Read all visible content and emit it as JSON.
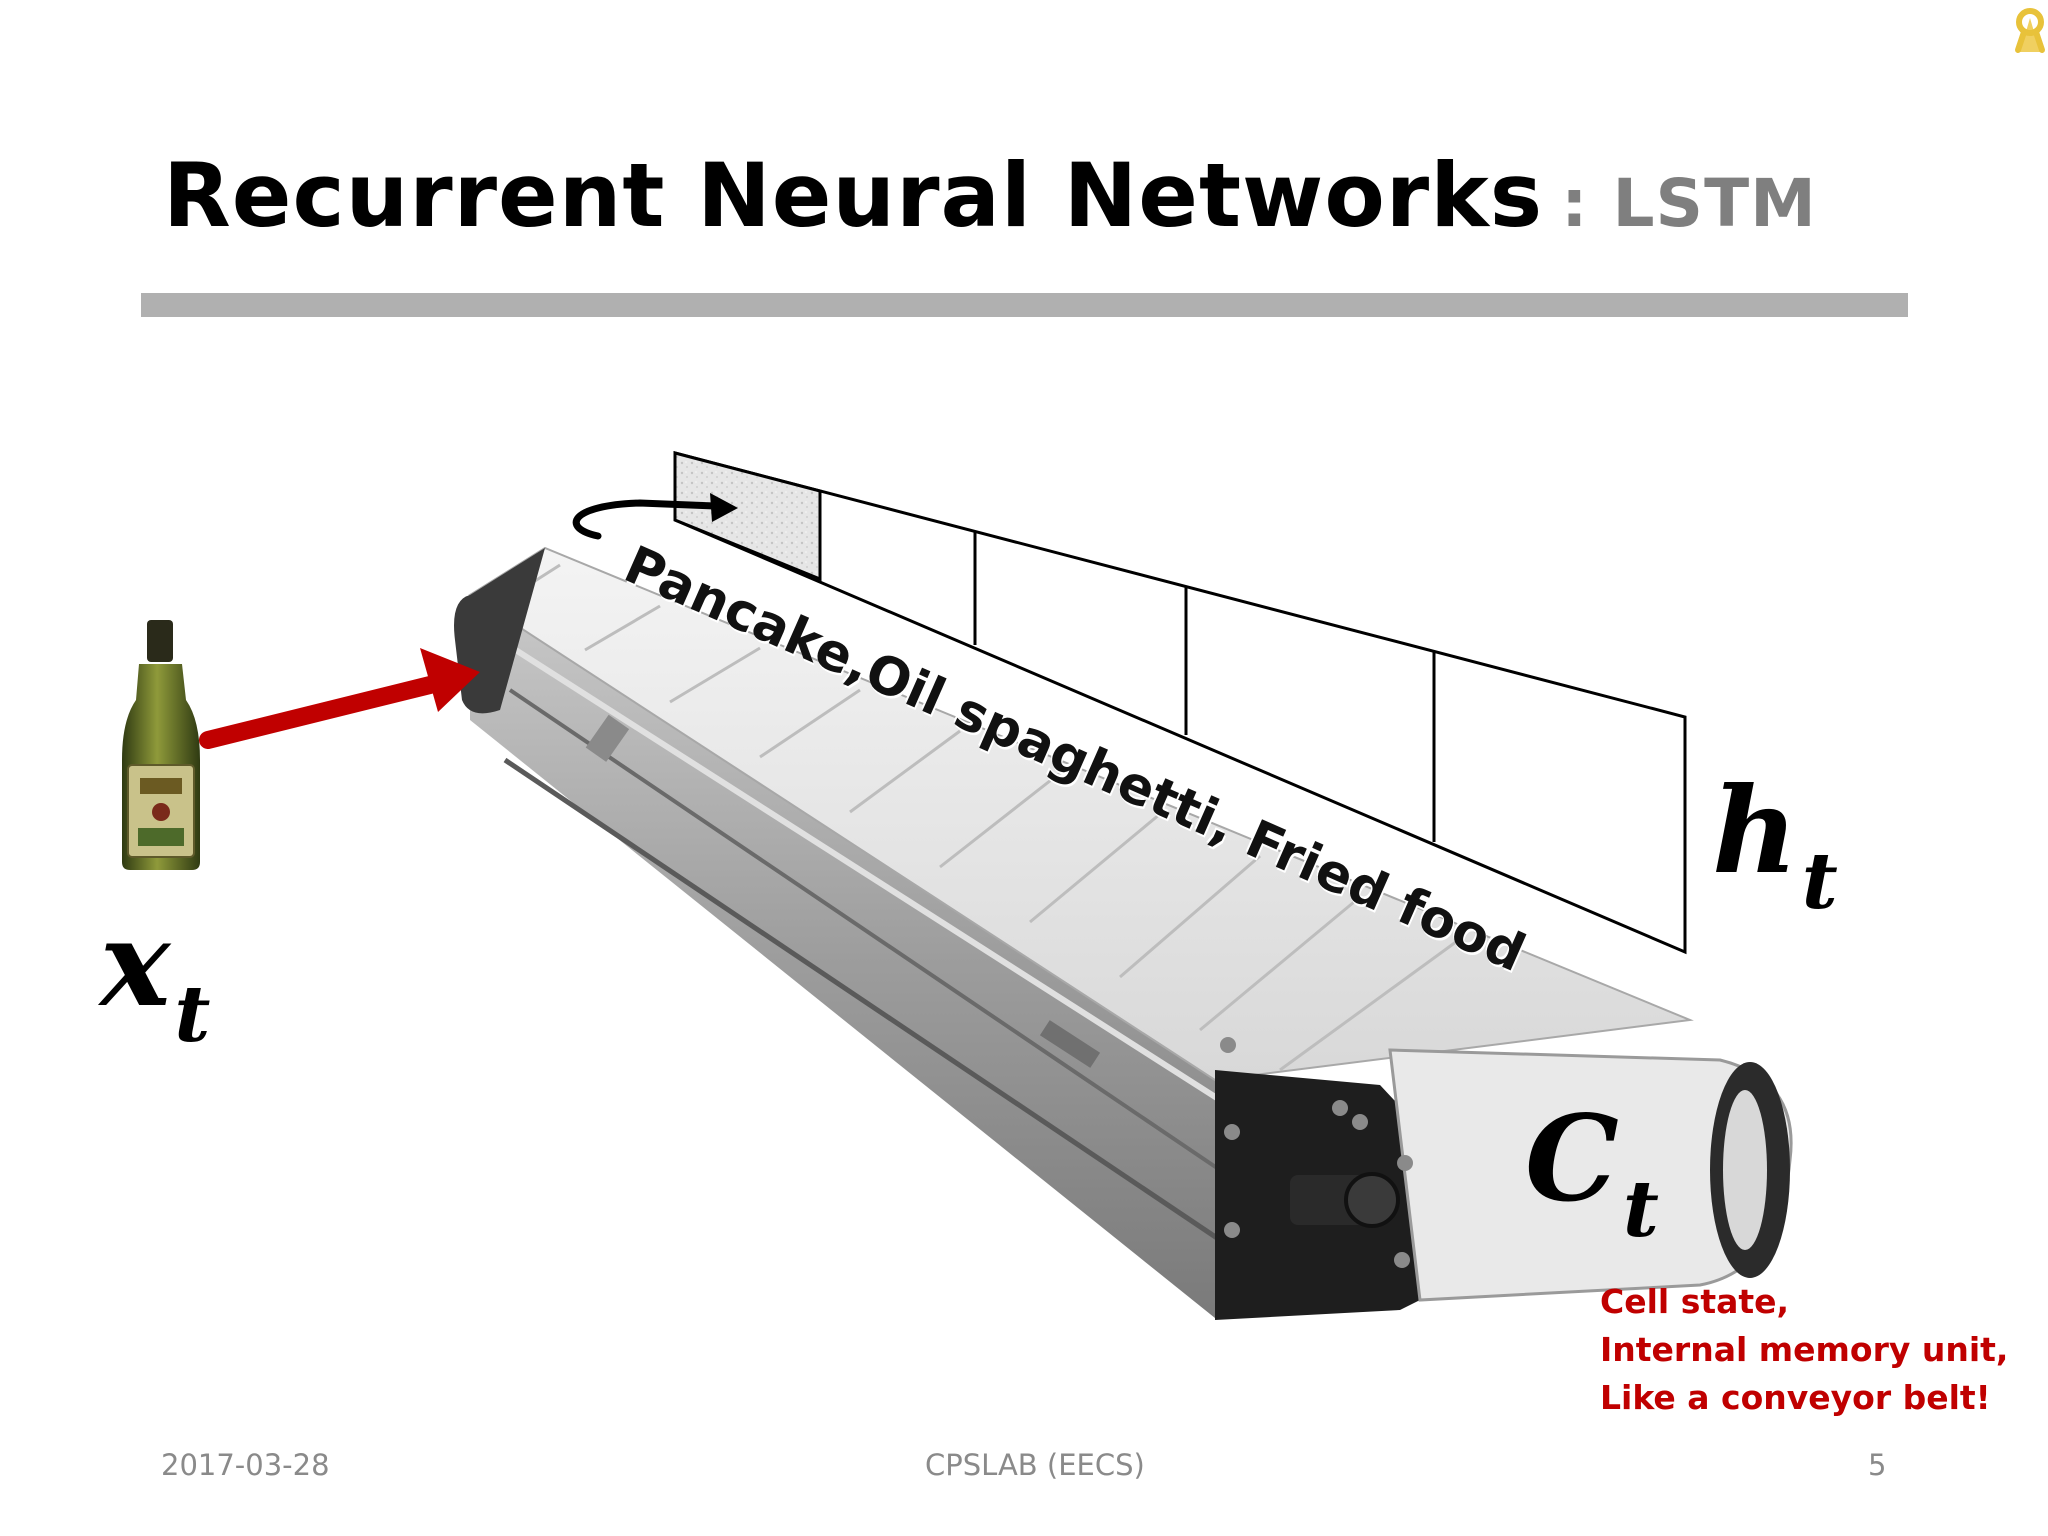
{
  "slide": {
    "title": "Recurrent Neural Networks",
    "subtitle": ": LSTM",
    "conveyor_text": "Pancake,Oil spaghetti, Fried food",
    "input_symbol": {
      "base": "x",
      "sub": "t"
    },
    "hidden_symbol": {
      "base": "h",
      "sub": "t"
    },
    "cell_symbol": {
      "base": "C",
      "sub": "t"
    },
    "note_lines": [
      "Cell state,",
      "Internal memory unit,",
      "Like a conveyor belt!"
    ],
    "icons": [
      "oil-bottle-icon",
      "conveyor-belt-icon",
      "ribbon-icon"
    ],
    "colors": {
      "arrow": "#c00000",
      "note": "#c00000",
      "rule": "#b0b0b0"
    }
  },
  "footer": {
    "date": "2017-03-28",
    "center": "CPSLAB (EECS)",
    "page": "5"
  }
}
